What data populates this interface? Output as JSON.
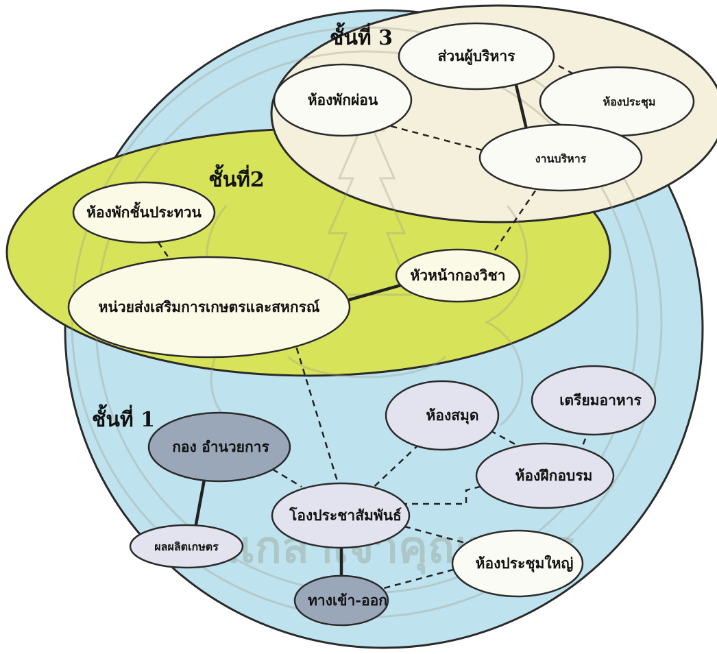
{
  "colors": {
    "floor1": "#bfe3ee",
    "floor2": "#d7e45a",
    "floor3": "#f4f0dc",
    "node_white": "#fbfbf6",
    "node_lavender": "#e3e3ef",
    "node_dark": "#9aa7b9",
    "node_pale_yellow": "#fbfae6"
  },
  "floors": {
    "floor1": {
      "label": "ชั้นที่ 1"
    },
    "floor2": {
      "label": "ชั้นที่2"
    },
    "floor3": {
      "label": "ชั้นที่ 3"
    }
  },
  "nodes": {
    "rest_room": {
      "label": "ห้องพักผ่อน"
    },
    "executive_section": {
      "label": "ส่วนผู้บริหาร"
    },
    "meeting_room": {
      "label": "ห้องประชุม"
    },
    "admin_work": {
      "label": "งานบริหาร"
    },
    "ward_rest_room": {
      "label": "ห้องพักชั้นประทวน"
    },
    "agri_coop_unit": {
      "label": "หน่วยส่งเสริมการเกษตรและสหกรณ์"
    },
    "division_head": {
      "label": "หัวหน้ากองวิชา"
    },
    "library": {
      "label": "ห้องสมุด"
    },
    "food_prep": {
      "label": "เตรียมอาหาร"
    },
    "director_division": {
      "label": "กอง อำนวยการ"
    },
    "training_room": {
      "label": "ห้องฝึกอบรม"
    },
    "public_relations_hall": {
      "label": "โองประชาสัมพันธ์"
    },
    "product_display": {
      "label": "ผลผลิตเกษตร"
    },
    "large_meeting_room": {
      "label": "ห้องประชุมใหญ่"
    },
    "entrance_exit": {
      "label": "ทางเข้า-ออก"
    }
  },
  "watermark": {
    "text": "จอมเกล้าเจ้าคุณทหาร"
  }
}
